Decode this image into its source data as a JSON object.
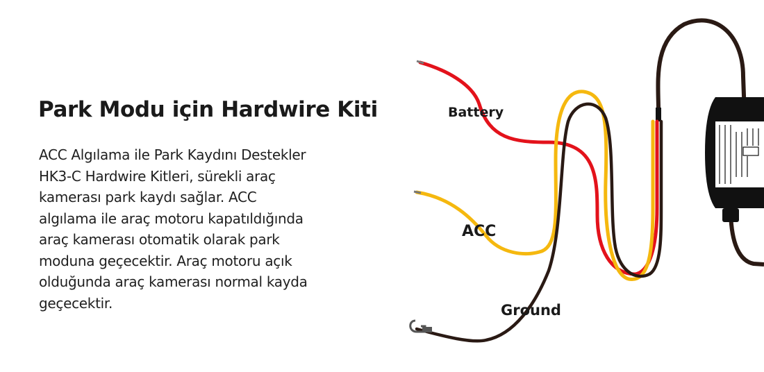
{
  "heading": "Park Modu için Hardwire Kiti",
  "description_lines": [
    "ACC Algılama ile Park Kaydını Destekler",
    "HK3-C Hardwire Kitleri, sürekli araç",
    "kamerası park kaydı sağlar. ACC",
    "algılama ile araç motoru kapatıldığında",
    "araç kamerası otomatik olarak park",
    "moduna geçecektir. Araç motoru açık",
    "olduğunda araç kamerası normal kayda",
    "geçecektir."
  ],
  "wires": {
    "battery": {
      "label": "Battery",
      "color": "#e3121b"
    },
    "acc": {
      "label": "ACC",
      "color": "#f5b80f"
    },
    "ground": {
      "label": "Ground",
      "color": "#2a1a14"
    }
  },
  "colors": {
    "text": "#1a1a1a",
    "module": "#111111"
  }
}
